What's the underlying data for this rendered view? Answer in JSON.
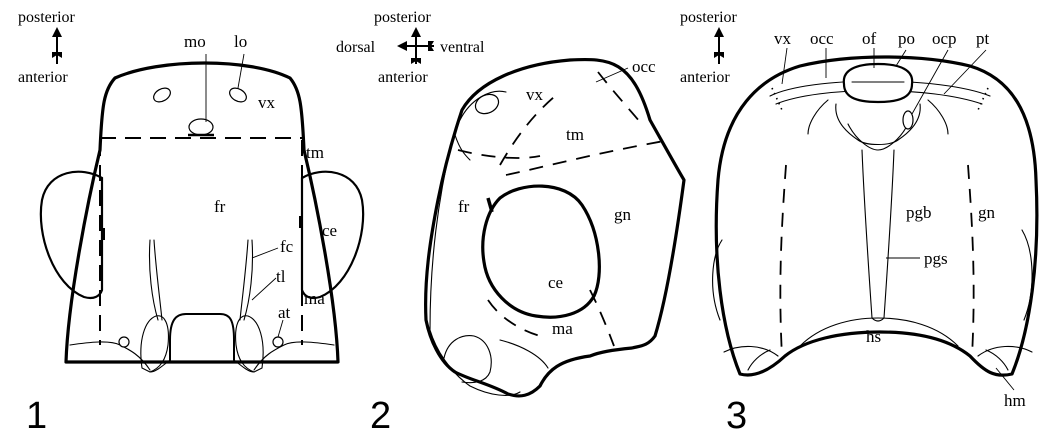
{
  "orientation": {
    "posterior": "posterior",
    "anterior": "anterior",
    "dorsal": "dorsal",
    "ventral": "ventral"
  },
  "panels": [
    {
      "number": "1",
      "labels": {
        "mo": "mo",
        "lo": "lo",
        "vx": "vx",
        "tm": "tm",
        "fr": "fr",
        "ce": "ce",
        "fc": "fc",
        "tl": "tl",
        "ma": "ma",
        "at": "at"
      }
    },
    {
      "number": "2",
      "labels": {
        "occ": "occ",
        "vx": "vx",
        "tm": "tm",
        "fr": "fr",
        "gn": "gn",
        "ce": "ce",
        "ma": "ma"
      }
    },
    {
      "number": "3",
      "labels": {
        "vx": "vx",
        "occ": "occ",
        "of": "of",
        "po": "po",
        "ocp": "ocp",
        "pt": "pt",
        "pgb": "pgb",
        "gn": "gn",
        "pgs": "pgs",
        "hs": "hs",
        "hm": "hm"
      }
    }
  ]
}
